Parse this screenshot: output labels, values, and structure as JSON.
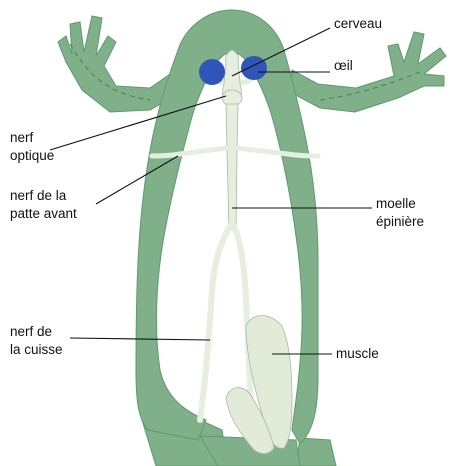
{
  "colors": {
    "body": "#7fb08a",
    "body_outline": "#5e9a6c",
    "interior": "#ffffff",
    "nerve": "#e6eee0",
    "nerve_outline": "#a8b9a4",
    "eye": "#2f55b8",
    "muscle": "#e2ead8",
    "text": "#111111"
  },
  "labels": {
    "cerveau": "cerveau",
    "oeil": "œil",
    "nerf_optique": [
      "nerf",
      "optique"
    ],
    "nerf_patte": [
      "nerf de la",
      "patte avant"
    ],
    "moelle": [
      "moelle",
      "épinière"
    ],
    "nerf_cuisse": [
      "nerf de",
      "la cuisse"
    ],
    "muscle": "muscle"
  }
}
